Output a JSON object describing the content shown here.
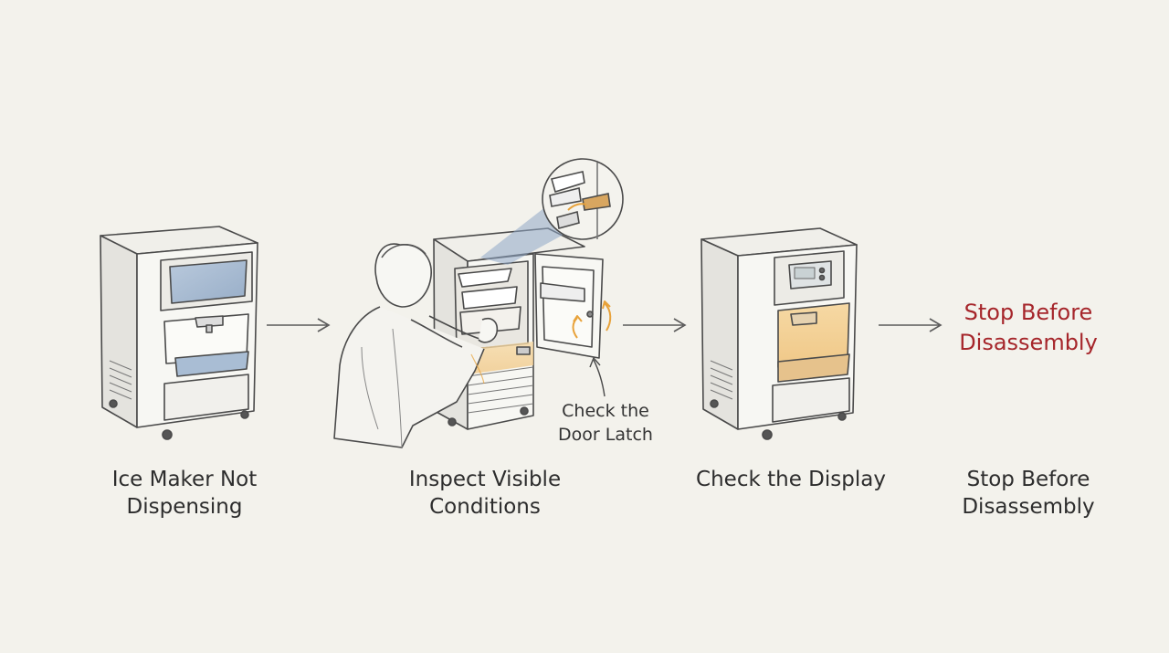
{
  "steps": [
    {
      "title_line1": "Ice Maker Not",
      "title_line2": "Dispensing",
      "icon": "ice-maker-icon"
    },
    {
      "title_line1": "Inspect Visible",
      "title_line2": "Conditions",
      "icon": "person-inspecting-icon"
    },
    {
      "title_line1": "Check the Display",
      "title_line2": "",
      "icon": "control-display-icon"
    },
    {
      "title_line1": "Stop Before",
      "title_line2": "Disassembly",
      "icon": ""
    }
  ],
  "callout": {
    "line1": "Check the",
    "line2": "Door Latch"
  },
  "warning": {
    "line1": "Stop Before",
    "line2": "Disassembly"
  },
  "colors": {
    "background": "#f3f2ec",
    "warning_red": "#a6262b",
    "highlight_amber": "#e8a23a",
    "screen_blue": "#a9bdd4"
  }
}
